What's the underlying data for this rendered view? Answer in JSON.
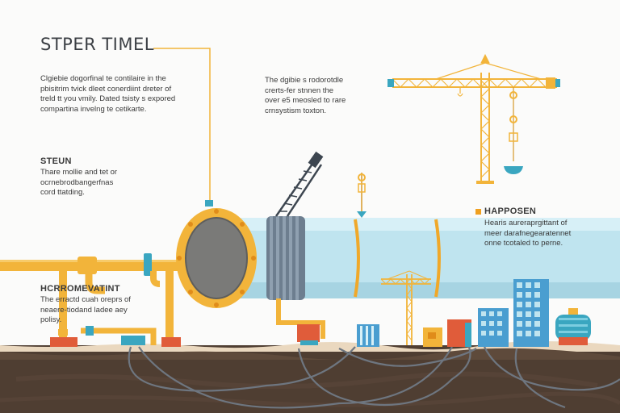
{
  "title": "STPER TIMEL",
  "intro_text": "Clgiebie dogorfinal te contilaire in the\npbisitrim tvick dleet conerdiint dreter of\ntreld tt you vmily. Dated tsisty s expored\ncompartina invelng te cetikarte.",
  "top_note": "The dgibie s rodorotdle\ncrerts-fer stnnen the\nover e5 meosled to rare\ncrnsystism toxton.",
  "left_section": {
    "heading": "STEUN",
    "text": "Thare mollie and tet or\nocrnebrodbangerfnas\ncord ttatding."
  },
  "right_section": {
    "heading": "HAPPOSEN",
    "text": "Hearis aureraprgittant of\nmeer darafnegearatennet\nonne tcotaled to perne."
  },
  "bottom_left_section": {
    "heading": "HCRROMEVATINT",
    "text": "The erractd cuah oreprs of\nneaere-tiodand ladee aey\npolisy."
  },
  "colors": {
    "pipe_light": "#bfe4ef",
    "pipe_accent": "#f0a829",
    "soil": "#4f3e32",
    "ground_surface": "#ead8bf",
    "steel_blue": "#4a9ed0",
    "crane_yellow": "#f2b43a",
    "valve_teal": "#3aa6c0",
    "block_red": "#e05c3a"
  }
}
